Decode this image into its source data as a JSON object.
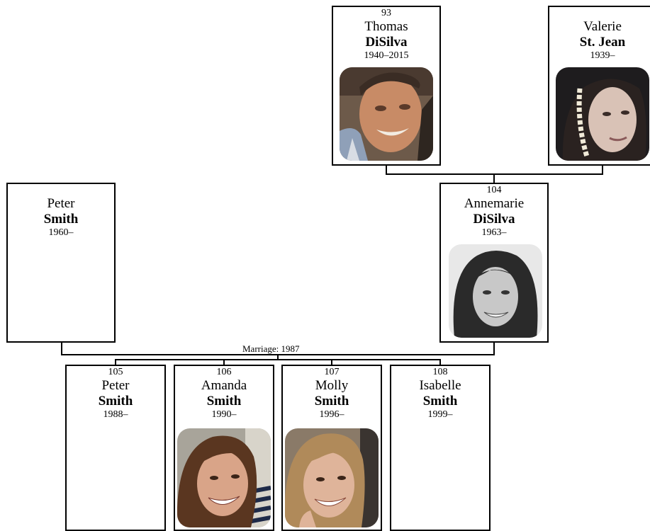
{
  "people": {
    "thomas": {
      "id": "93",
      "given": "Thomas",
      "surname": "DiSilva",
      "dates": "1940–2015"
    },
    "valerie": {
      "id": "",
      "given": "Valerie",
      "surname": "St. Jean",
      "dates": "1939–"
    },
    "peter_sr": {
      "id": "",
      "given": "Peter",
      "surname": "Smith",
      "dates": "1960–"
    },
    "annemarie": {
      "id": "104",
      "given": "Annemarie",
      "surname": "DiSilva",
      "dates": "1963–"
    },
    "peter_jr": {
      "id": "105",
      "given": "Peter",
      "surname": "Smith",
      "dates": "1988–"
    },
    "amanda": {
      "id": "106",
      "given": "Amanda",
      "surname": "Smith",
      "dates": "1990–"
    },
    "molly": {
      "id": "107",
      "given": "Molly",
      "surname": "Smith",
      "dates": "1996–"
    },
    "isabelle": {
      "id": "108",
      "given": "Isabelle",
      "surname": "Smith",
      "dates": "1999–"
    }
  },
  "marriage_label": "Marriage: 1987"
}
